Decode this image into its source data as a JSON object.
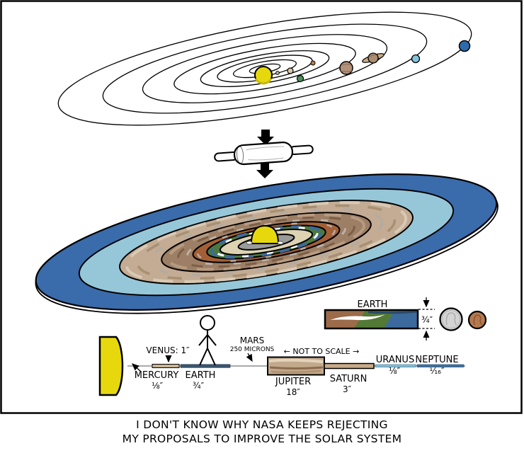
{
  "comic": {
    "caption": {
      "line1": "I DON'T KNOW WHY NASA KEEPS REJECTING",
      "line2": "MY PROPOSALS TO IMPROVE THE SOLAR SYSTEM"
    }
  },
  "earth_inset": {
    "label": "EARTH",
    "thickness": "¾″"
  },
  "flat_layout": {
    "mercury_name": "MERCURY",
    "mercury_size": "⅛″",
    "venus_label": "VENUS: 1″",
    "earth_name": "EARTH",
    "earth_size": "¾″",
    "mars_name": "MARS",
    "mars_size": "250 MICRONS",
    "scale_note": "← NOT TO SCALE →",
    "jupiter_name": "JUPITER",
    "jupiter_size": "18″",
    "saturn_name": "SATURN",
    "saturn_size": "3″",
    "uranus_name": "URANUS",
    "uranus_size": "⅛″",
    "neptune_name": "NEPTUNE",
    "neptune_size": "¹⁄₁₆″"
  },
  "colors": {
    "ink": "#000000",
    "sun": "#e7d80e",
    "neptune": "#3a6bab",
    "uranus": "#96c7d9",
    "saturn": "#c3ab94",
    "jupiter": "#9d7f66",
    "mars": "#a35f35",
    "earth_green": "#4c7a3d",
    "earth_sea": "#3c6a9e",
    "venus": "#ddd2b2",
    "mercury": "#9b9b9b",
    "quarter": "#d4d4d4",
    "penny": "#b5794f"
  }
}
